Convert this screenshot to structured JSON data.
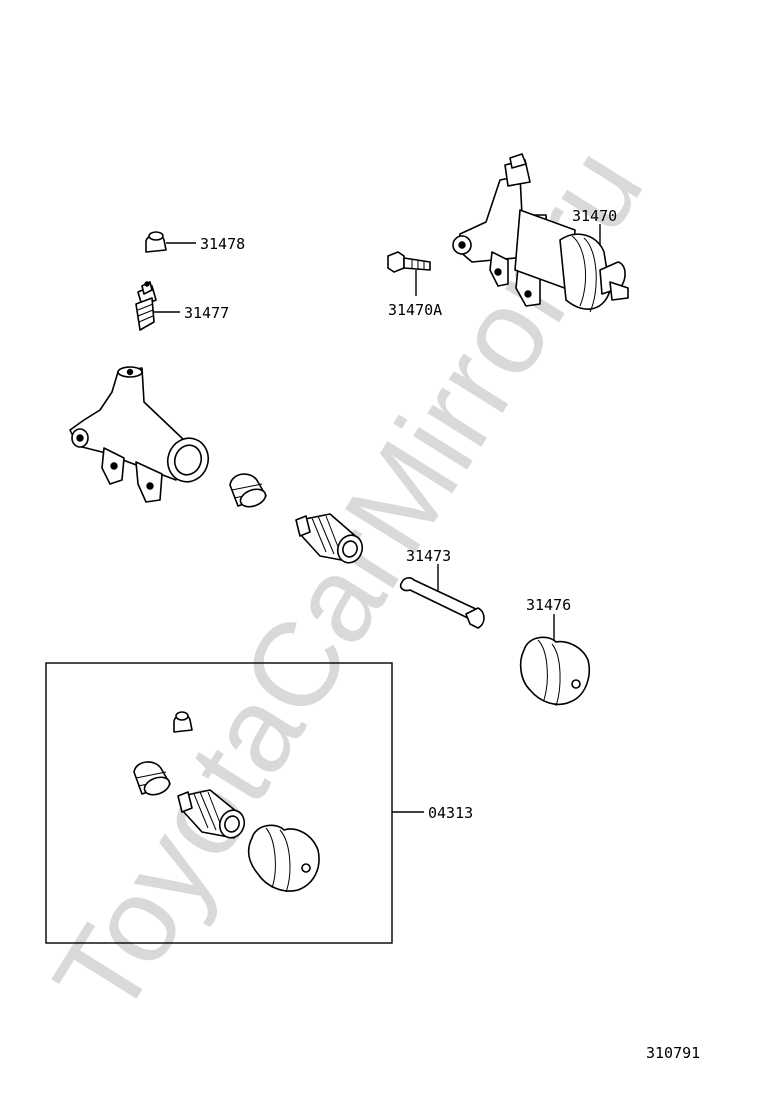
{
  "watermark": "ToyotaCarMirror.ru",
  "labels": {
    "p31470": "31470",
    "p31478": "31478",
    "p31477": "31477",
    "p31470a": "31470A",
    "p31473": "31473",
    "p31476": "31476",
    "p04313": "04313"
  },
  "diagram_code": "310791"
}
